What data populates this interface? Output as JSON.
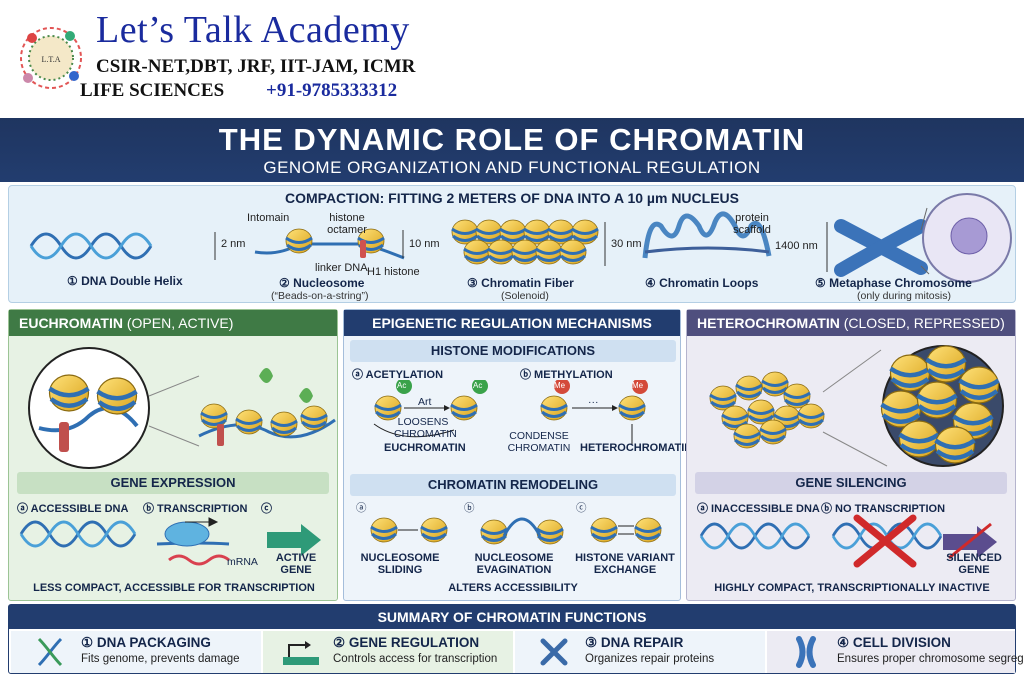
{
  "brand": {
    "name": "Let’s Talk Academy",
    "exams": "CSIR-NET,DBT, JRF, IIT-JAM, ICMR",
    "subject": "LIFE SCIENCES",
    "phone": "+91-9785333312",
    "logo_text": "L.T.A"
  },
  "title": "THE  DYNAMIC ROLE OF CHROMATIN",
  "subtitle": "GENOME ORGANIZATION AND FUNCTIONAL REGULATION",
  "compaction": {
    "title": "COMPACTION: FITTING 2 METERS OF DNA INTO A 10 µm NUCLEUS",
    "stages": [
      {
        "label": "① DNA Double Helix",
        "size": "2 nm"
      },
      {
        "label": "② Nucleosome",
        "note": "(“Beads-on-a-string”)",
        "size": "10 nm",
        "tag_histone": "histone octamer",
        "tag_intomain": "Intomain",
        "tag_linker": "linker DNA",
        "tag_h1": "H1 histone"
      },
      {
        "label": "③ Chromatin Fiber",
        "note": "(Solenoid)",
        "size": "30 nm"
      },
      {
        "label": "④ Chromatin Loops",
        "tag": "protein scaffold"
      },
      {
        "label": "⑤ Metaphase Chromosome",
        "note": "(only during mitosis)",
        "size": "1400 nm"
      }
    ]
  },
  "euchromatin": {
    "title": "EUCHROMATIN",
    "title_note": "(OPEN, ACTIVE)",
    "sub": "GENE EXPRESSION",
    "items": [
      "ⓐ ACCESSIBLE DNA",
      "ⓑ TRANSCRIPTION",
      "ⓒ"
    ],
    "mrna": "mRNA",
    "active": "ACTIVE GENE",
    "caption": "LESS COMPACT, ACCESSIBLE FOR TRANSCRIPTION"
  },
  "epigenetic": {
    "title": "EPIGENETIC REGULATION MECHANISMS",
    "histone": {
      "title": "HISTONE MODIFICATIONS",
      "acetyl": "ⓐ ACETYLATION",
      "methyl": "ⓑ METHYLATION",
      "ac": "Ac",
      "me": "Me",
      "art": "Art",
      "dots": "···",
      "loosens": "LOOSENS CHROMATIN",
      "euchromatin": "EUCHROMATIN",
      "condense": "CONDENSE CHROMATIN",
      "hetero": "HETEROCHROMATIN"
    },
    "remodel": {
      "title": "CHROMATIN REMODELING",
      "a": "ⓐ",
      "b": "ⓑ",
      "c": "ⓒ",
      "sliding": "NUCLEOSOME SLIDING",
      "evagination": "NUCLEOSOME EVAGINATION",
      "variant": "HISTONE VARIANT EXCHANGE",
      "caption": "ALTERS ACCESSIBILITY"
    }
  },
  "heterochromatin": {
    "title": "HETEROCHROMATIN",
    "title_note": "(CLOSED, REPRESSED)",
    "sub": "GENE SILENCING",
    "items": [
      "ⓐ INACCESSIBLE DNA",
      "ⓑ NO TRANSCRIPTION"
    ],
    "silenced": "SILENCED GENE",
    "caption": "HIGHLY COMPACT, TRANSCRIPTIONALLY INACTIVE"
  },
  "summary": {
    "title": "SUMMARY OF CHROMATIN FUNCTIONS",
    "cells": [
      {
        "title": "① DNA PACKAGING",
        "desc": "Fits genome, prevents damage",
        "icon": "dna-icon"
      },
      {
        "title": "② GENE REGULATION",
        "desc": "Controls access for transcription",
        "icon": "promoter-icon"
      },
      {
        "title": "③ DNA REPAIR",
        "desc": "Organizes repair proteins",
        "icon": "tools-icon"
      },
      {
        "title": "④ CELL DIVISION",
        "desc": "Ensures proper chromosome segregation",
        "icon": "chromosome-icon"
      }
    ]
  },
  "colors": {
    "navy": "#223d6f",
    "green": "#3f7a45",
    "purple": "#4f4f7e",
    "yellow": "#f1c232",
    "blue": "#3b73b9"
  }
}
